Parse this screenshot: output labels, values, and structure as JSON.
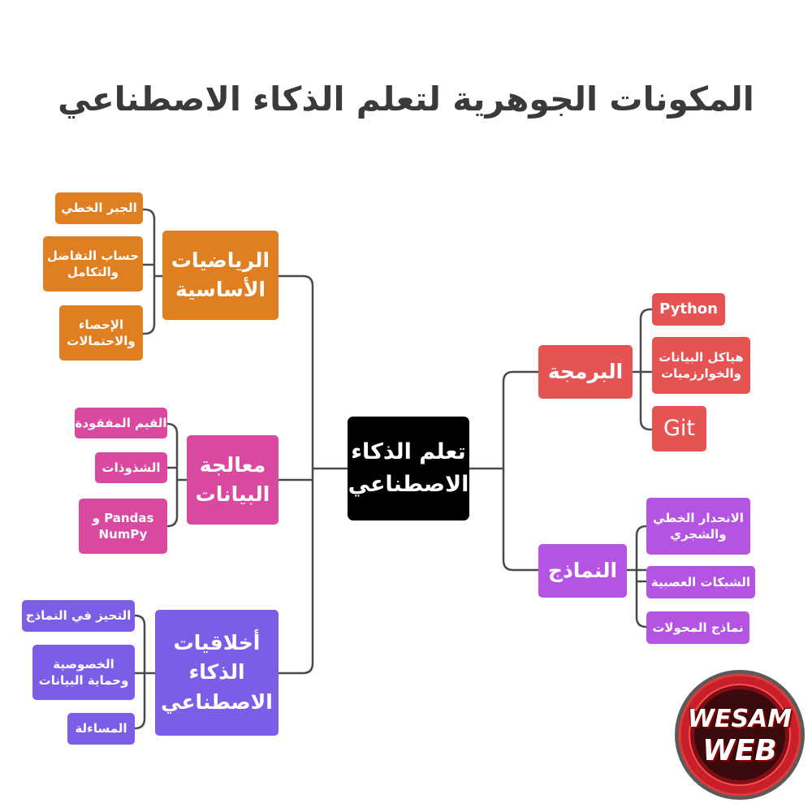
{
  "title": "المكونات الجوهرية لتعلم الذكاء الاصطناعي",
  "center": "تعلم الذكاء\nالاصطناعي",
  "branches": {
    "math": {
      "label": "الرياضيات\nالأساسية",
      "children": [
        "الجبر الخطي",
        "حساب التفاضل\nوالتكامل",
        "الإحصاء\nوالاحتمالات"
      ]
    },
    "data": {
      "label": "معالجة\nالبيانات",
      "children": [
        "القيم المفقودة",
        "الشذوذات",
        "Pandas و\nNumPy"
      ]
    },
    "ethics": {
      "label": "أخلاقيات\nالذكاء\nالاصطناعي",
      "children": [
        "التحيز في النماذج",
        "الخصوصية\nوحماية البيانات",
        "المساءلة"
      ]
    },
    "programming": {
      "label": "البرمجة",
      "children": [
        "Python",
        "هياكل البيانات\nوالخوارزميات",
        "Git"
      ]
    },
    "models": {
      "label": "النماذج",
      "children": [
        "الانحدار الخطي\nوالشجري",
        "الشبكات العصبية",
        "نماذج المحولات"
      ]
    }
  },
  "colors": {
    "math": "#e07f22",
    "data": "#d9499f",
    "ethics": "#7c5ee6",
    "programming": "#e55353",
    "models": "#b553e3",
    "center": "#000000",
    "connector": "#4a4a4a"
  },
  "logo": {
    "line1": "WESAM",
    "line2": "WEB"
  }
}
